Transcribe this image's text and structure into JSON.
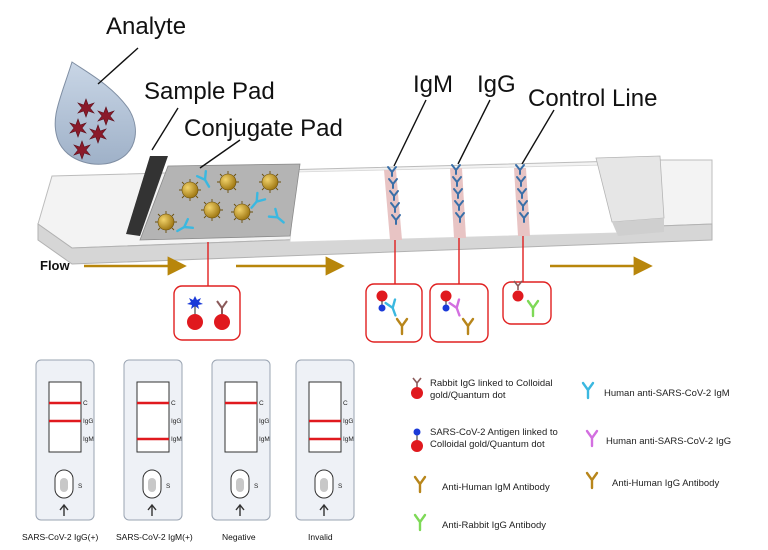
{
  "labels": {
    "analyte": "Analyte",
    "sample_pad": "Sample Pad",
    "conjugate_pad": "Conjugate Pad",
    "igm": "IgM",
    "igg": "IgG",
    "control_line": "Control Line",
    "flow": "Flow"
  },
  "cassette": {
    "line_c": "C",
    "line_igg": "IgG",
    "line_igm": "IgM",
    "sample_well": "S"
  },
  "cassettes": [
    {
      "caption": "SARS-CoV-2  IgG(+)",
      "lines": [
        "c",
        "igg"
      ]
    },
    {
      "caption": "SARS-CoV-2 IgM(+)",
      "lines": [
        "c",
        "igm"
      ]
    },
    {
      "caption": "Negative",
      "lines": [
        "c"
      ]
    },
    {
      "caption": "Invalid",
      "lines": [
        "igg",
        "igm"
      ]
    }
  ],
  "legend": {
    "rabbit_igg_line1": "Rabbit IgG linked to Colloidal",
    "rabbit_igg_line2": "gold/Quantum dot",
    "antigen_line1": "SARS-CoV-2 Antigen linked to",
    "antigen_line2": "Colloidal gold/Quantum dot",
    "human_igm": "Human anti-SARS-CoV-2 IgM",
    "human_igg": "Human anti-SARS-CoV-2 IgG",
    "anti_human_igm": "Anti-Human IgM Antibody",
    "anti_human_igg": "Anti-Human IgG Antibody",
    "anti_rabbit_igg": "Anti-Rabbit IgG Antibody"
  },
  "colors": {
    "flow_arrow": "#b8860b",
    "red_line": "#e0191e",
    "box_border": "#e02020",
    "gold": "#c99a1a",
    "igm_cyan": "#3bb8e0",
    "igg_magenta": "#d36fe0",
    "anti_rabbit_green": "#7ed957",
    "anti_human_brown": "#b8861b",
    "rabbit_brown": "#8b5a5a",
    "antigen_blue": "#1a3ad8",
    "capture_blue": "#3a6fa8"
  }
}
